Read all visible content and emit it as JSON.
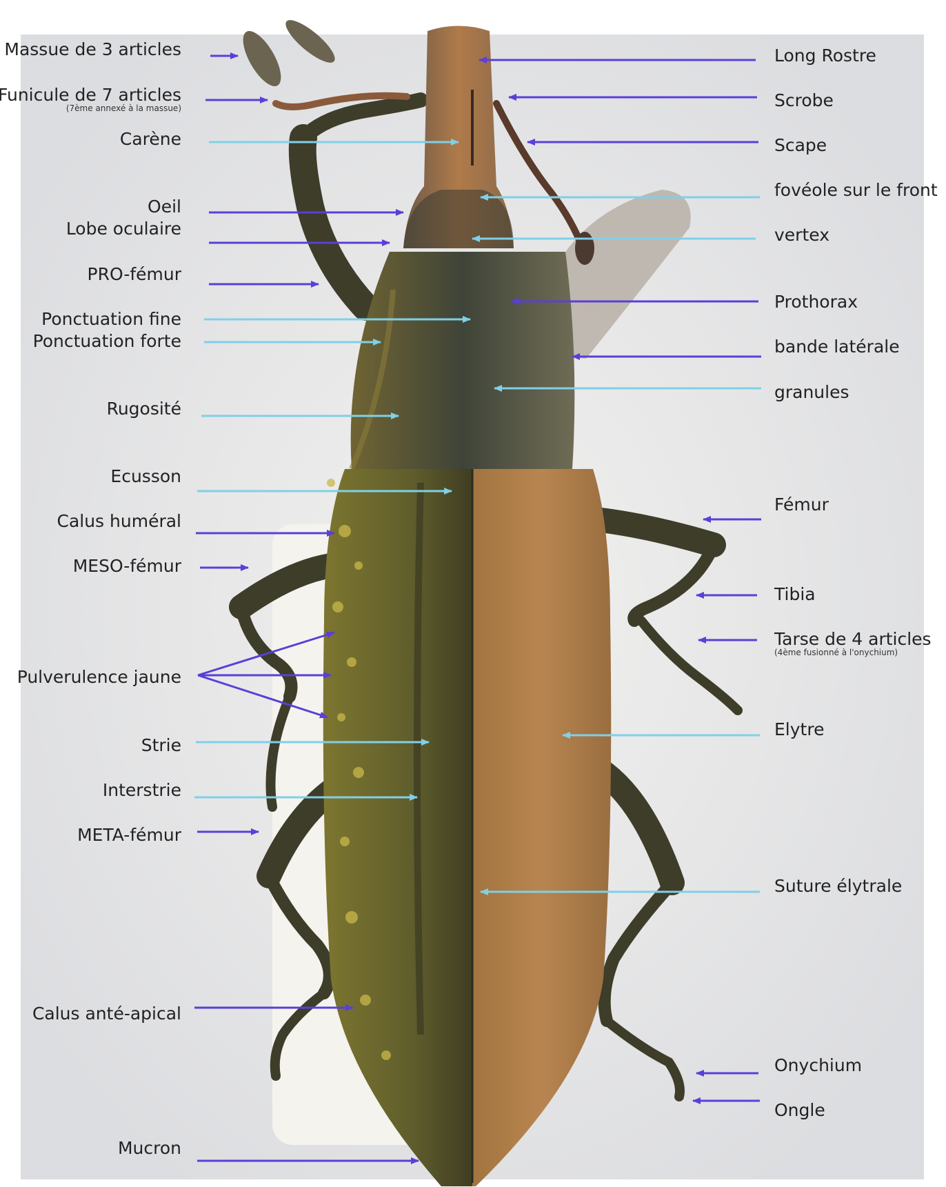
{
  "colors": {
    "purple_arrow": "#5a3fd8",
    "cyan_arrow": "#7fd0e8",
    "elytron_dark": "#6f6a2c",
    "elytron_orange": "#b0804a",
    "rostrum": "#b07a4a",
    "background": "#e8e8ea"
  },
  "left_labels": [
    {
      "text": "Massue de 3 articles",
      "color": "purple"
    },
    {
      "text": "Funicule de 7 articles",
      "color": "purple",
      "note": "(7ème annexé à la massue)"
    },
    {
      "text": "Carène",
      "color": "cyan"
    },
    {
      "text": "Oeil",
      "color": "purple"
    },
    {
      "text": "Lobe oculaire",
      "color": "purple"
    },
    {
      "text": "PRO-fémur",
      "color": "purple"
    },
    {
      "text": "Ponctuation fine",
      "color": "cyan"
    },
    {
      "text": "Ponctuation forte",
      "color": "cyan"
    },
    {
      "text": "Rugosité",
      "color": "cyan"
    },
    {
      "text": "Ecusson",
      "color": "cyan"
    },
    {
      "text": "Calus huméral",
      "color": "purple"
    },
    {
      "text": "MESO-fémur",
      "color": "purple"
    },
    {
      "text": "Pulverulence jaune",
      "color": "purple"
    },
    {
      "text": "Strie",
      "color": "cyan"
    },
    {
      "text": "Interstrie",
      "color": "cyan"
    },
    {
      "text": "META-fémur",
      "color": "purple"
    },
    {
      "text": "Calus anté-apical",
      "color": "purple"
    },
    {
      "text": "Mucron",
      "color": "purple"
    }
  ],
  "right_labels": [
    {
      "text": "Long Rostre",
      "color": "purple"
    },
    {
      "text": "Scrobe",
      "color": "purple"
    },
    {
      "text": "Scape",
      "color": "purple"
    },
    {
      "text": "fovéole sur le front",
      "color": "cyan"
    },
    {
      "text": "vertex",
      "color": "cyan"
    },
    {
      "text": "Prothorax",
      "color": "purple"
    },
    {
      "text": "bande latérale",
      "color": "purple"
    },
    {
      "text": "granules",
      "color": "cyan"
    },
    {
      "text": "Fémur",
      "color": "purple"
    },
    {
      "text": "Tibia",
      "color": "purple"
    },
    {
      "text": "Tarse de 4 articles",
      "color": "purple",
      "note": "(4ème fusionné à l'onychium)"
    },
    {
      "text": "Elytre",
      "color": "cyan"
    },
    {
      "text": "Suture élytrale",
      "color": "cyan"
    },
    {
      "text": "Onychium",
      "color": "purple"
    },
    {
      "text": "Ongle",
      "color": "purple"
    }
  ]
}
